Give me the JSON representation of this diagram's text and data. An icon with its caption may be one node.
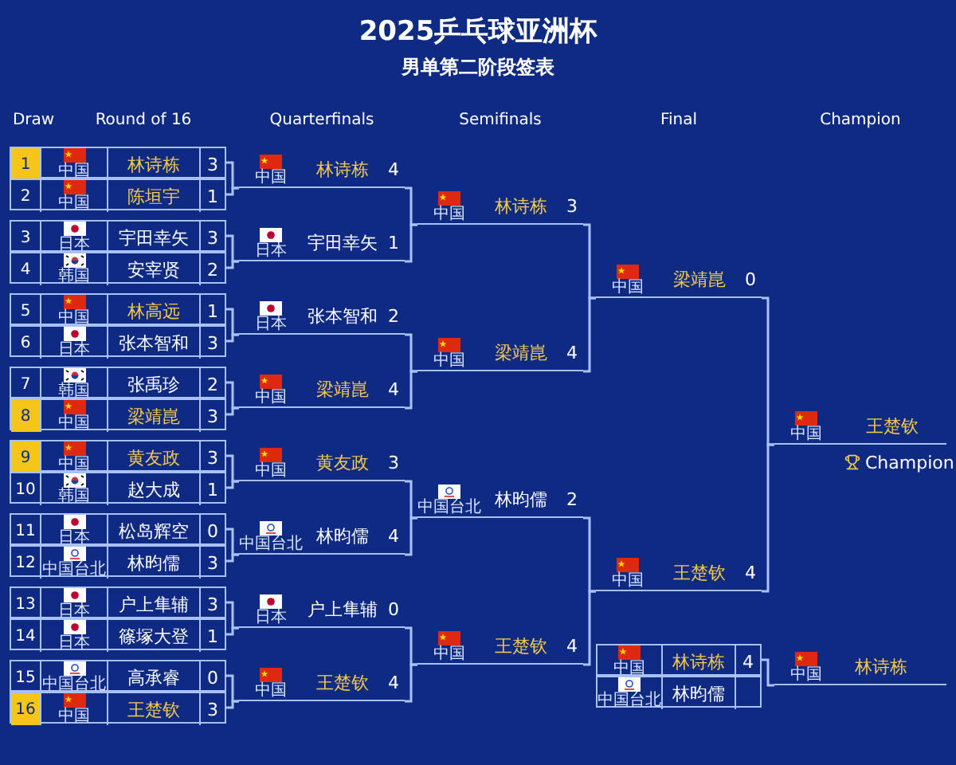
{
  "diagram": {
    "title": "2025乒乓球亚洲杯",
    "nodes": [
      {
        "text": [
          "1",
          "中国",
          "林诗栋",
          "3"
        ]
      },
      {
        "text": [
          "2",
          "中国",
          "陈垣宇",
          "1"
        ]
      },
      {
        "text": [
          "3",
          "日本",
          "宇田幸矢",
          "3"
        ]
      },
      {
        "text": [
          "4",
          "韩国",
          "安宰贤",
          "2"
        ]
      },
      {
        "text": [
          "5",
          "中国",
          "林高远",
          "1"
        ]
      },
      {
        "text": [
          "6",
          "日本",
          "张本智和",
          "3"
        ]
      },
      {
        "text": [
          "7",
          "韩国",
          "张禹珍",
          "2"
        ]
      },
      {
        "text": [
          "8",
          "中国",
          "梁靖崑",
          "3"
        ]
      },
      {
        "text": [
          "9",
          "中国",
          "黄友政",
          "3"
        ]
      },
      {
        "text": [
          "10",
          "韩国",
          "赵大成",
          "1"
        ]
      },
      {
        "text": [
          "11",
          "日本",
          "松岛辉空",
          "0"
        ]
      },
      {
        "text": [
          "12",
          "中国台北",
          "林昀儒",
          "3"
        ]
      },
      {
        "text": [
          "13",
          "日本",
          "户上隼辅",
          "3"
        ]
      },
      {
        "text": [
          "14",
          "日本",
          "篠塚大登",
          "1"
        ]
      },
      {
        "text": [
          "15",
          "中国台北",
          "高承睿",
          "0"
        ]
      },
      {
        "text": [
          "16",
          "中国",
          "王楚钦",
          "3"
        ]
      },
      {
        "text": [
          "中国",
          "林诗栋",
          "4"
        ]
      },
      {
        "text": [
          "日本",
          "宇田幸矢",
          "1"
        ]
      },
      {
        "text": [
          "日本",
          "张本智和",
          "2"
        ]
      },
      {
        "text": [
          "中国",
          "梁靖崑",
          "4"
        ]
      },
      {
        "text": [
          "中国",
          "黄友政",
          "3"
        ]
      },
      {
        "text": [
          "中国台北",
          "林昀儒",
          "4"
        ]
      },
      {
        "text": [
          "日本",
          "户上隼辅",
          "0"
        ]
      },
      {
        "text": [
          "中国",
          "王楚钦",
          "4"
        ]
      },
      {
        "text": [
          "中国",
          "林诗栋",
          "3"
        ]
      },
      {
        "text": [
          "中国",
          "梁靖崑",
          "4"
        ]
      },
      {
        "text": [
          "中国台北",
          "林昀儒",
          "2"
        ]
      },
      {
        "text": [
          "中国",
          "王楚钦",
          "4"
        ]
      },
      {
        "text": [
          "中国",
          "梁靖崑",
          "0"
        ]
      },
      {
        "text": [
          "中国",
          "王楚钦",
          "4"
        ]
      },
      {
        "text": [
          "中国",
          "王楚钦",
          "Champion"
        ]
      },
      {
        "text": [
          "中国",
          "林诗栋",
          "4"
        ]
      },
      {
        "text": [
          "中国台北",
          "林昀儒"
        ]
      },
      {
        "text": [
          "中国",
          "林诗栋"
        ]
      }
    ],
    "edges": [
      {
        "from": 0,
        "to": 16,
        "arrow": "none"
      },
      {
        "from": 1,
        "to": 16,
        "arrow": "none"
      },
      {
        "from": 2,
        "to": 17,
        "arrow": "none"
      },
      {
        "from": 3,
        "to": 17,
        "arrow": "none"
      },
      {
        "from": 4,
        "to": 18,
        "arrow": "none"
      },
      {
        "from": 5,
        "to": 18,
        "arrow": "none"
      },
      {
        "from": 6,
        "to": 19,
        "arrow": "none"
      },
      {
        "from": 7,
        "to": 19,
        "arrow": "none"
      },
      {
        "from": 8,
        "to": 20,
        "arrow": "none"
      },
      {
        "from": 9,
        "to": 20,
        "arrow": "none"
      },
      {
        "from": 10,
        "to": 21,
        "arrow": "none"
      },
      {
        "from": 11,
        "to": 21,
        "arrow": "none"
      },
      {
        "from": 12,
        "to": 22,
        "arrow": "none"
      },
      {
        "from": 13,
        "to": 22,
        "arrow": "none"
      },
      {
        "from": 14,
        "to": 23,
        "arrow": "none"
      },
      {
        "from": 15,
        "to": 23,
        "arrow": "none"
      },
      {
        "from": 16,
        "to": 24,
        "arrow": "none"
      },
      {
        "from": 17,
        "to": 24,
        "arrow": "none"
      },
      {
        "from": 18,
        "to": 25,
        "arrow": "none"
      },
      {
        "from": 19,
        "to": 25,
        "arrow": "none"
      },
      {
        "from": 20,
        "to": 26,
        "arrow": "none"
      },
      {
        "from": 21,
        "to": 26,
        "arrow": "none"
      },
      {
        "from": 22,
        "to": 27,
        "arrow": "none"
      },
      {
        "from": 23,
        "to": 27,
        "arrow": "none"
      },
      {
        "from": 24,
        "to": 28,
        "arrow": "none"
      },
      {
        "from": 25,
        "to": 28,
        "arrow": "none"
      },
      {
        "from": 26,
        "to": 29,
        "arrow": "none"
      },
      {
        "from": 27,
        "to": 29,
        "arrow": "none"
      },
      {
        "from": 28,
        "to": 30,
        "arrow": "none"
      },
      {
        "from": 29,
        "to": 30,
        "arrow": "none"
      },
      {
        "from": 31,
        "to": 33,
        "arrow": "none"
      }
    ],
    "labels": [
      "男单第二阶段签表",
      "Draw",
      "Round of 16",
      "Quarterfinals",
      "Semifinals",
      "Final",
      "Champion"
    ]
  }
}
